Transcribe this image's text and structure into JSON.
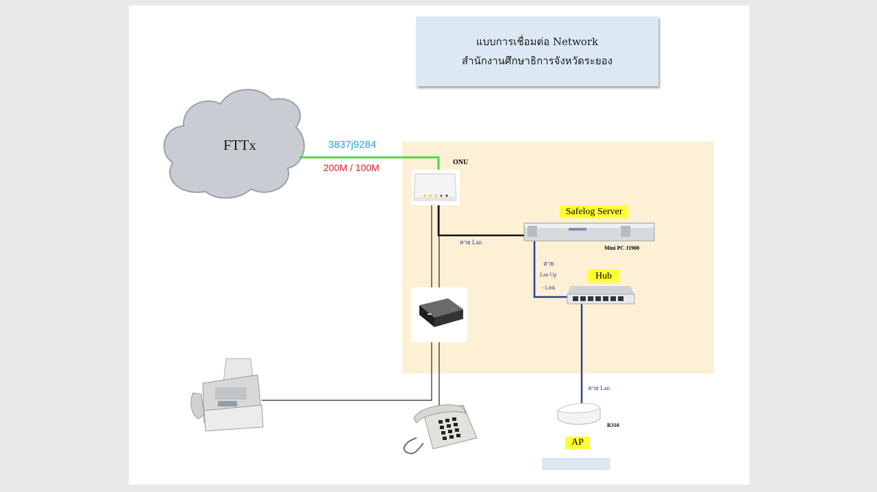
{
  "title": {
    "line1": "แบบการเชื่อมต่อ Network",
    "line2": "สำนักงานศึกษาธิการจังหวัดระยอง"
  },
  "cloud": {
    "label": "FTTx"
  },
  "link": {
    "circuit_id": "3837j9284",
    "speed": "200M / 100M"
  },
  "nodes": {
    "onu": "ONU",
    "server": "Safelog Server",
    "server_model": "Mini PC J1900",
    "hub": "Hub",
    "ap": "AP",
    "ap_model": "R310"
  },
  "cables": {
    "lan1": "สาย Lan",
    "uplink_line1": "สาย",
    "uplink_line2": "Lan Up",
    "uplink_line3": "- Link",
    "lan2": "สาย Lan"
  },
  "colors": {
    "zone": "#fdf0d5",
    "fiber": "#4cd64c",
    "circuit_text": "#2aa0d8",
    "speed_text": "#d61f1f",
    "lan_cable": "#2a3f8f",
    "highlight": "#ffff33",
    "title_bg": "#dce9f5"
  }
}
